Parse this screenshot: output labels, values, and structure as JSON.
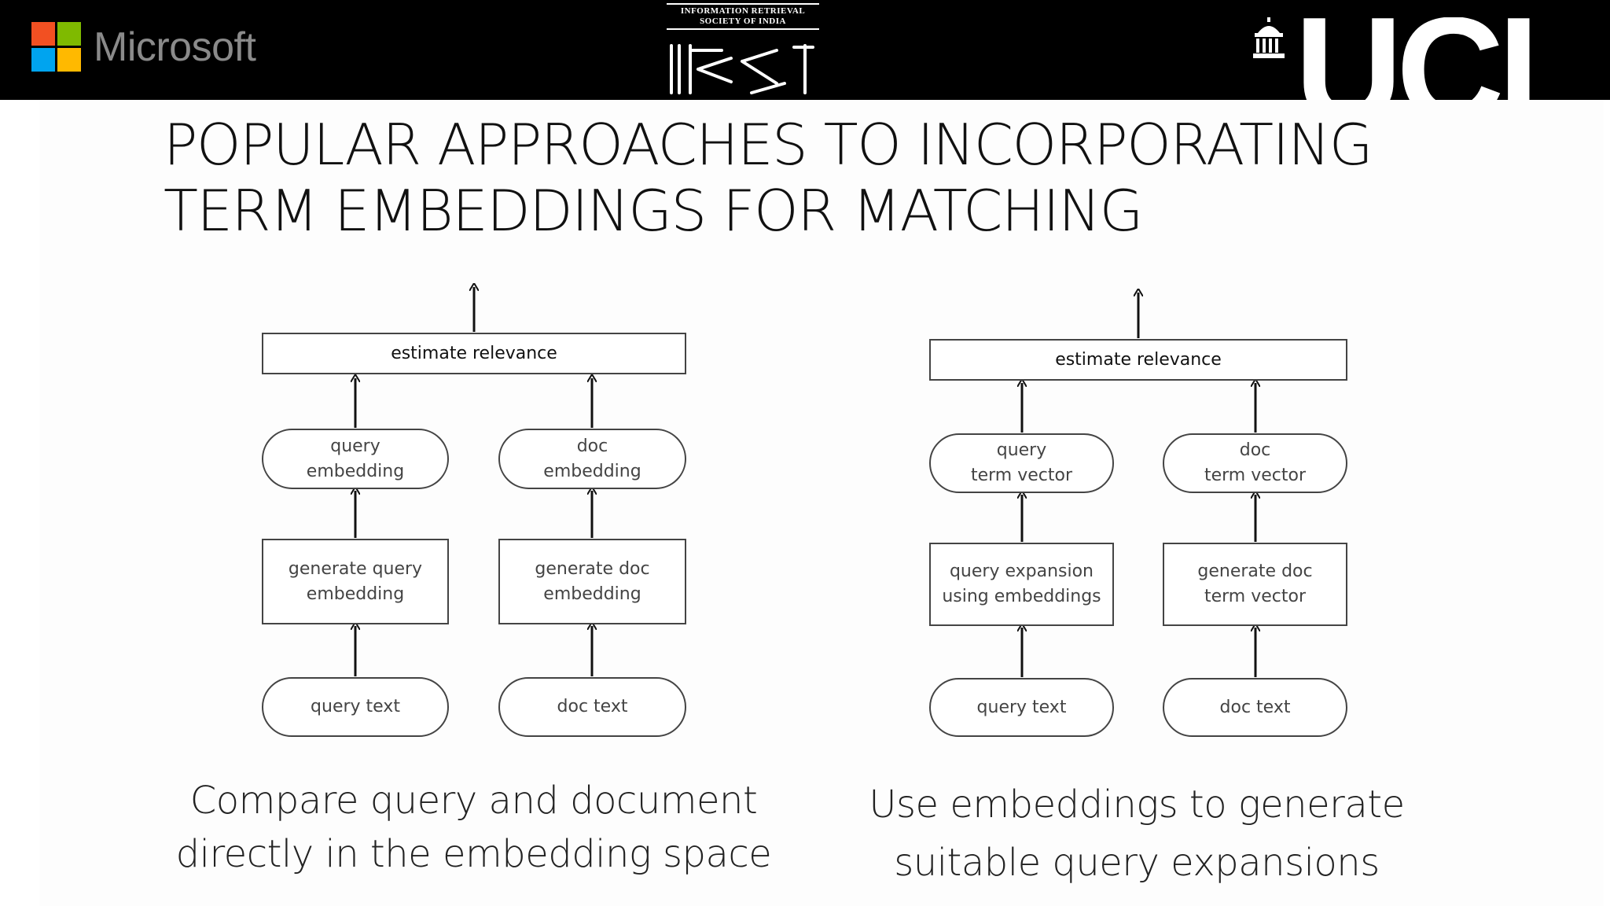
{
  "header": {
    "microsoft_logo": {
      "text": "Microsoft",
      "icon": "microsoft-four-squares-icon",
      "colors": [
        "#f25022",
        "#7fba00",
        "#00a4ef",
        "#ffb900"
      ]
    },
    "irsi_logo": {
      "line1": "INFORMATION RETRIEVAL",
      "line2": "SOCIETY OF INDIA",
      "wordmark": "IRSI"
    },
    "ucl_logo": {
      "text": "UCL",
      "icon": "portico-dome-icon"
    }
  },
  "title": {
    "line1": "POPULAR APPROACHES TO INCORPORATING",
    "line2": "TERM EMBEDDINGS FOR MATCHING"
  },
  "diagrams": [
    {
      "top": "estimate relevance",
      "query_repr": "query\nembedding",
      "doc_repr": "doc\nembedding",
      "query_gen": "generate query\nembedding",
      "doc_gen": "generate doc\nembedding",
      "query_input": "query text",
      "doc_input": "doc text",
      "caption_line1": "Compare query and document",
      "caption_line2": "directly in the embedding space"
    },
    {
      "top": "estimate relevance",
      "query_repr": "query\nterm vector",
      "doc_repr": "doc\nterm vector",
      "query_gen": "query expansion\nusing embeddings",
      "doc_gen": "generate doc\nterm vector",
      "query_input": "query text",
      "doc_input": "doc text",
      "caption_line1": "Use embeddings to generate",
      "caption_line2": "suitable query expansions"
    }
  ],
  "colors": {
    "topbar": "#000000",
    "node_border": "#444444",
    "text": "#111111"
  }
}
